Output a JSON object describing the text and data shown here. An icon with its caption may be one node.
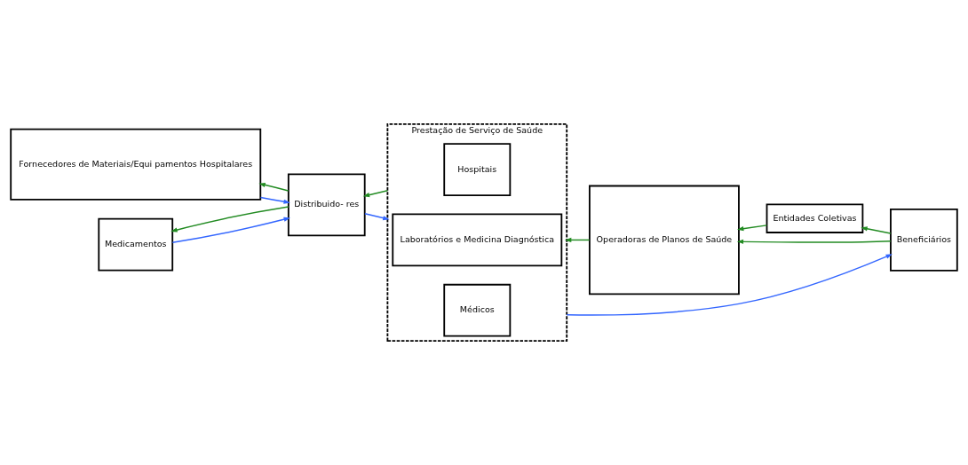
{
  "diagram": {
    "nodes": [
      {
        "text": [
          "Fornecedores de Materiais/Equi pamentos Hospitalares"
        ]
      },
      {
        "text": [
          "Medicamentos"
        ]
      },
      {
        "text": [
          "Distribuido- res"
        ]
      },
      {
        "text": [
          "Prestação de Serviço de Saúde"
        ]
      },
      {
        "text": [
          "Hospitais"
        ],
        "in": 3
      },
      {
        "text": [
          "Laboratórios e Medicina Diagnóstica"
        ],
        "in": 3
      },
      {
        "text": [
          "Médicos"
        ],
        "in": 3
      },
      {
        "text": [
          "Operadoras de Planos de Saúde"
        ]
      },
      {
        "text": [
          "Entidades Coletivas"
        ]
      },
      {
        "text": [
          "Beneficiários"
        ]
      }
    ],
    "edges": [
      {
        "from": 0,
        "to": 2,
        "arrow": "to",
        "color": "#3366ff"
      },
      {
        "from": 1,
        "to": 2,
        "arrow": "to",
        "color": "#3366ff"
      },
      {
        "from": 2,
        "to": 0,
        "arrow": "to"
      },
      {
        "from": 2,
        "to": 1,
        "arrow": "to"
      },
      {
        "from": 3,
        "to": 2,
        "arrow": "to"
      },
      {
        "from": 2,
        "to": 3,
        "arrow": "to",
        "color": "#3366ff"
      },
      {
        "from": 7,
        "to": 3,
        "arrow": "to"
      },
      {
        "from": 9,
        "to": 7,
        "arrow": "to"
      },
      {
        "from": 9,
        "to": 8,
        "arrow": "to"
      },
      {
        "from": 8,
        "to": 7,
        "arrow": "to"
      },
      {
        "from": 3,
        "to": 9,
        "arrow": "to",
        "color": "#3366ff"
      }
    ]
  }
}
